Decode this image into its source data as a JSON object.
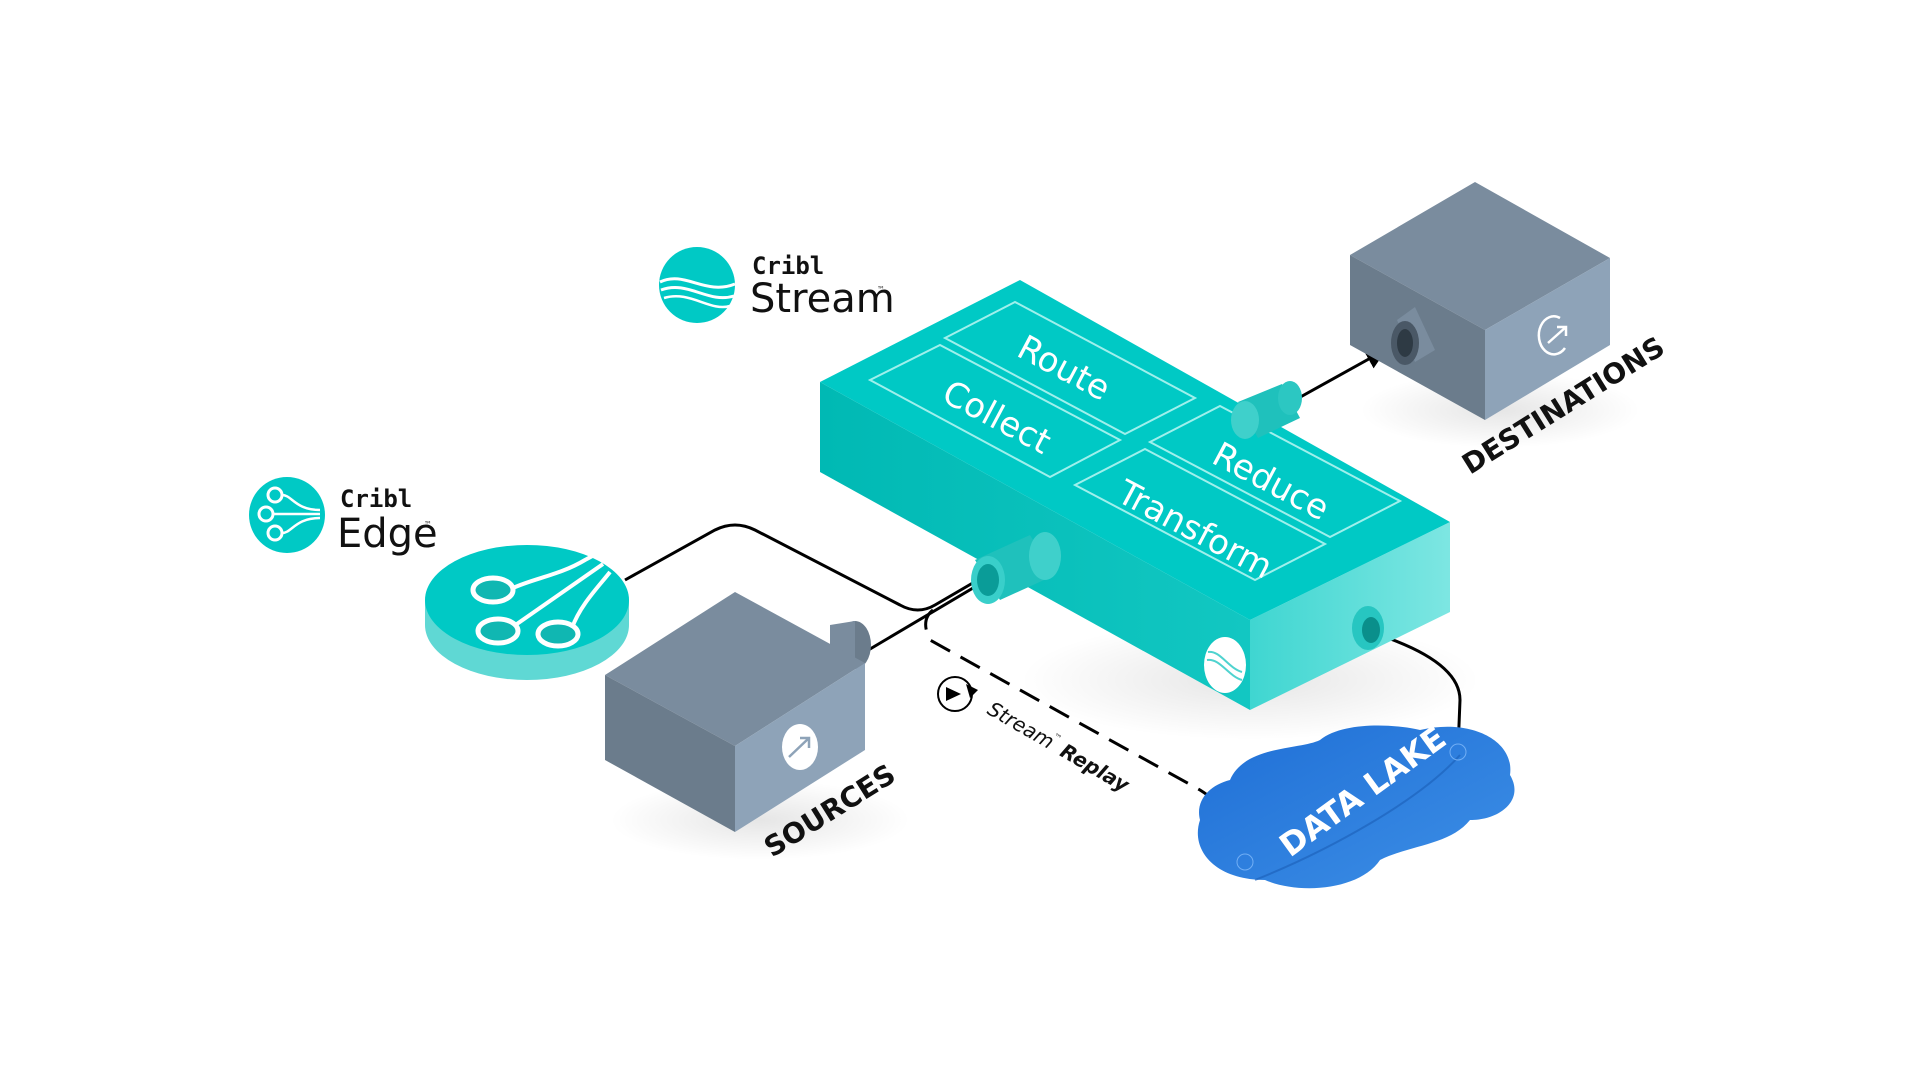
{
  "colors": {
    "teal": "#00c9c5",
    "teal_dark": "#00b3ae",
    "teal_light": "#5fe0dc",
    "gray_top": "#7a8c9e",
    "gray_left": "#6b7c8c",
    "gray_right": "#8ea3b8",
    "lake_blue": "#2f7fdc",
    "line": "#000000"
  },
  "products": {
    "stream": {
      "brand": "Cribl",
      "name": "Stream",
      "trademark": "™",
      "icon": "stream-waves-icon"
    },
    "edge": {
      "brand": "Cribl",
      "name": "Edge",
      "trademark": "™",
      "icon": "edge-circuit-icon"
    }
  },
  "stream_box": {
    "functions": [
      "Route",
      "Collect",
      "Reduce",
      "Transform"
    ],
    "icon": "stream-waves-icon"
  },
  "nodes": {
    "sources": {
      "label": "SOURCES",
      "icon": "arrow-in-icon"
    },
    "destinations": {
      "label": "DESTINATIONS",
      "icon": "arrow-out-icon"
    },
    "data_lake": {
      "label": "DATA LAKE"
    },
    "edge_device": {
      "icon": "edge-circuit-icon"
    }
  },
  "replay": {
    "prefix": "Stream",
    "trademark": "™",
    "suffix": "Replay",
    "icon": "replay-play-icon"
  }
}
